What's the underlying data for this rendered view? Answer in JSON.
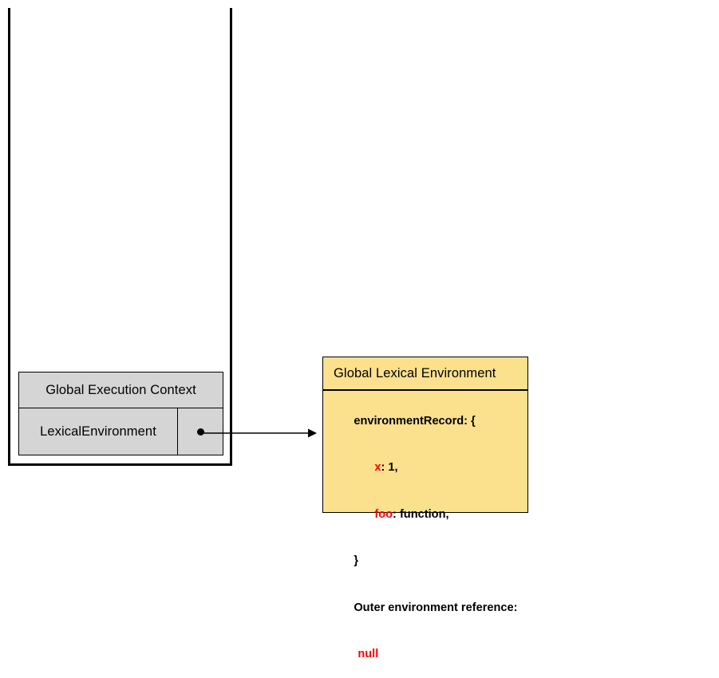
{
  "diagram": {
    "title": "JavaScript Global Execution Context and Lexical Environment",
    "colors": {
      "stack_border": "#000000",
      "frame_fill": "#d5d5d5",
      "lexical_env_fill": "#fbe08e",
      "highlight": "#ff0000",
      "background": "#ffffff"
    }
  },
  "call_stack": {
    "name": "call-stack",
    "execution_context": {
      "title": "Global Execution Context",
      "properties": [
        {
          "label": "LexicalEnvironment",
          "value_kind": "pointer",
          "pointer_glyph": "●"
        }
      ]
    }
  },
  "connector": {
    "name": "lexical-environment-reference-arrow",
    "from": "LexicalEnvironment",
    "to": "Global Lexical Environment",
    "style": "solid-arrow"
  },
  "lexical_environment": {
    "header": "Global Lexical Environment",
    "body_lines": [
      {
        "text": "environmentRecord: {",
        "indent": 0
      },
      {
        "key": "x",
        "rest": ": 1,",
        "indent": 1,
        "key_color": "#ff0000"
      },
      {
        "key": "foo",
        "rest": ": function,",
        "indent": 1,
        "key_color": "#ff0000"
      },
      {
        "text": "}",
        "indent": 0
      },
      {
        "text": "Outer environment reference:",
        "indent": 0
      },
      {
        "key": "null",
        "rest": "",
        "indent": 0,
        "key_color": "#ff0000"
      }
    ]
  }
}
